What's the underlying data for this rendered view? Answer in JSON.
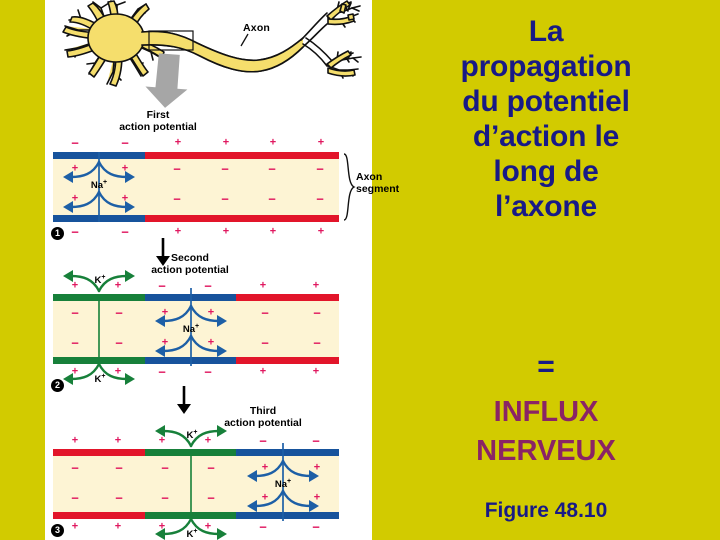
{
  "slide": {
    "background_color": "#d2cb00",
    "panel_background": "#ffffff"
  },
  "title": {
    "line1": "La",
    "line2": "propagation",
    "line3": "du potentiel",
    "line4": "d’action le",
    "line5": "long de",
    "line6": "l’axone",
    "color": "#181a86"
  },
  "equals": {
    "symbol": "=",
    "color": "#181a86"
  },
  "subtitle": {
    "line1": "INFLUX",
    "line2": "NERVEUX",
    "color": "#8a2465"
  },
  "caption": {
    "text": "Figure 48.10",
    "color": "#181a86"
  },
  "neuron": {
    "axon_label": "Axon",
    "soma_color": "#f5de6c",
    "nucleus_color": "#a79ac6",
    "outline_color": "#111111",
    "arrow_color": "#a6a6a6"
  },
  "panels": [
    {
      "id": "panel-1",
      "step": "1",
      "title_line1": "First",
      "title_line2": "action potential",
      "bracket_label_line1": "Axon",
      "bracket_label_line2": "segment",
      "ion_labels": [
        "Na+"
      ],
      "segments": [
        {
          "color_name": "blue",
          "hex": "#17539c",
          "state": "depolarized",
          "width_pct": 32
        },
        {
          "color_name": "red",
          "hex": "#e2152a",
          "state": "resting",
          "width_pct": 68
        }
      ],
      "outer_charges_left": "−",
      "outer_charges_right": "+",
      "inner_charges_left": "+",
      "inner_charges_right": "−"
    },
    {
      "id": "panel-2",
      "step": "2",
      "title_line1": "Second",
      "title_line2": "action potential",
      "ion_labels": [
        "K+",
        "Na+",
        "K+"
      ],
      "segments": [
        {
          "color_name": "green",
          "hex": "#17803a",
          "state": "repolarizing",
          "width_pct": 32
        },
        {
          "color_name": "blue",
          "hex": "#17539c",
          "state": "depolarized",
          "width_pct": 32
        },
        {
          "color_name": "red",
          "hex": "#e2152a",
          "state": "resting",
          "width_pct": 36
        }
      ]
    },
    {
      "id": "panel-3",
      "step": "3",
      "title_line1": "Third",
      "title_line2": "action potential",
      "ion_labels": [
        "K+",
        "Na+",
        "K+"
      ],
      "segments": [
        {
          "color_name": "red",
          "hex": "#e2152a",
          "state": "resting",
          "width_pct": 32
        },
        {
          "color_name": "green",
          "hex": "#17803a",
          "state": "repolarizing",
          "width_pct": 32
        },
        {
          "color_name": "blue",
          "hex": "#17539c",
          "state": "depolarized",
          "width_pct": 36
        }
      ]
    }
  ],
  "glyphs": {
    "plus": "+",
    "minus": "−",
    "sodium": "Na",
    "potassium": "K",
    "charge_sup": "+"
  },
  "membrane": {
    "cytoplasm_color": "#fdf4d4",
    "charge_color": "#e0175f",
    "na_arrow_color": "#1d5fa6",
    "k_arrow_color": "#17803a"
  }
}
